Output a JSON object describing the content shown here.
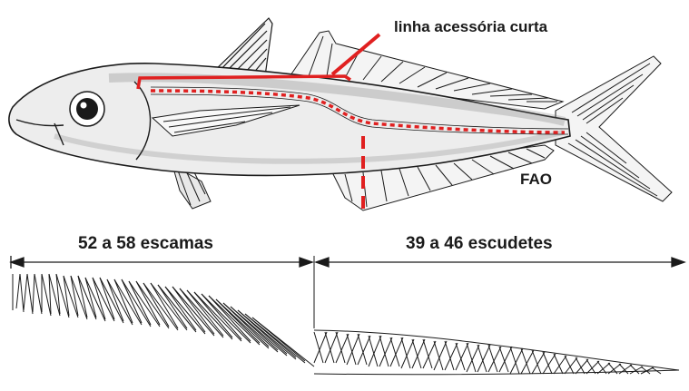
{
  "labels": {
    "accessory_line": "linha acessória curta",
    "source": "FAO",
    "scales_count": "52 a 58 escamas",
    "scutes_count": "39 a 46 escudetes"
  },
  "colors": {
    "ink": "#1a1a1a",
    "lateral_line_marker": "#e02020"
  }
}
